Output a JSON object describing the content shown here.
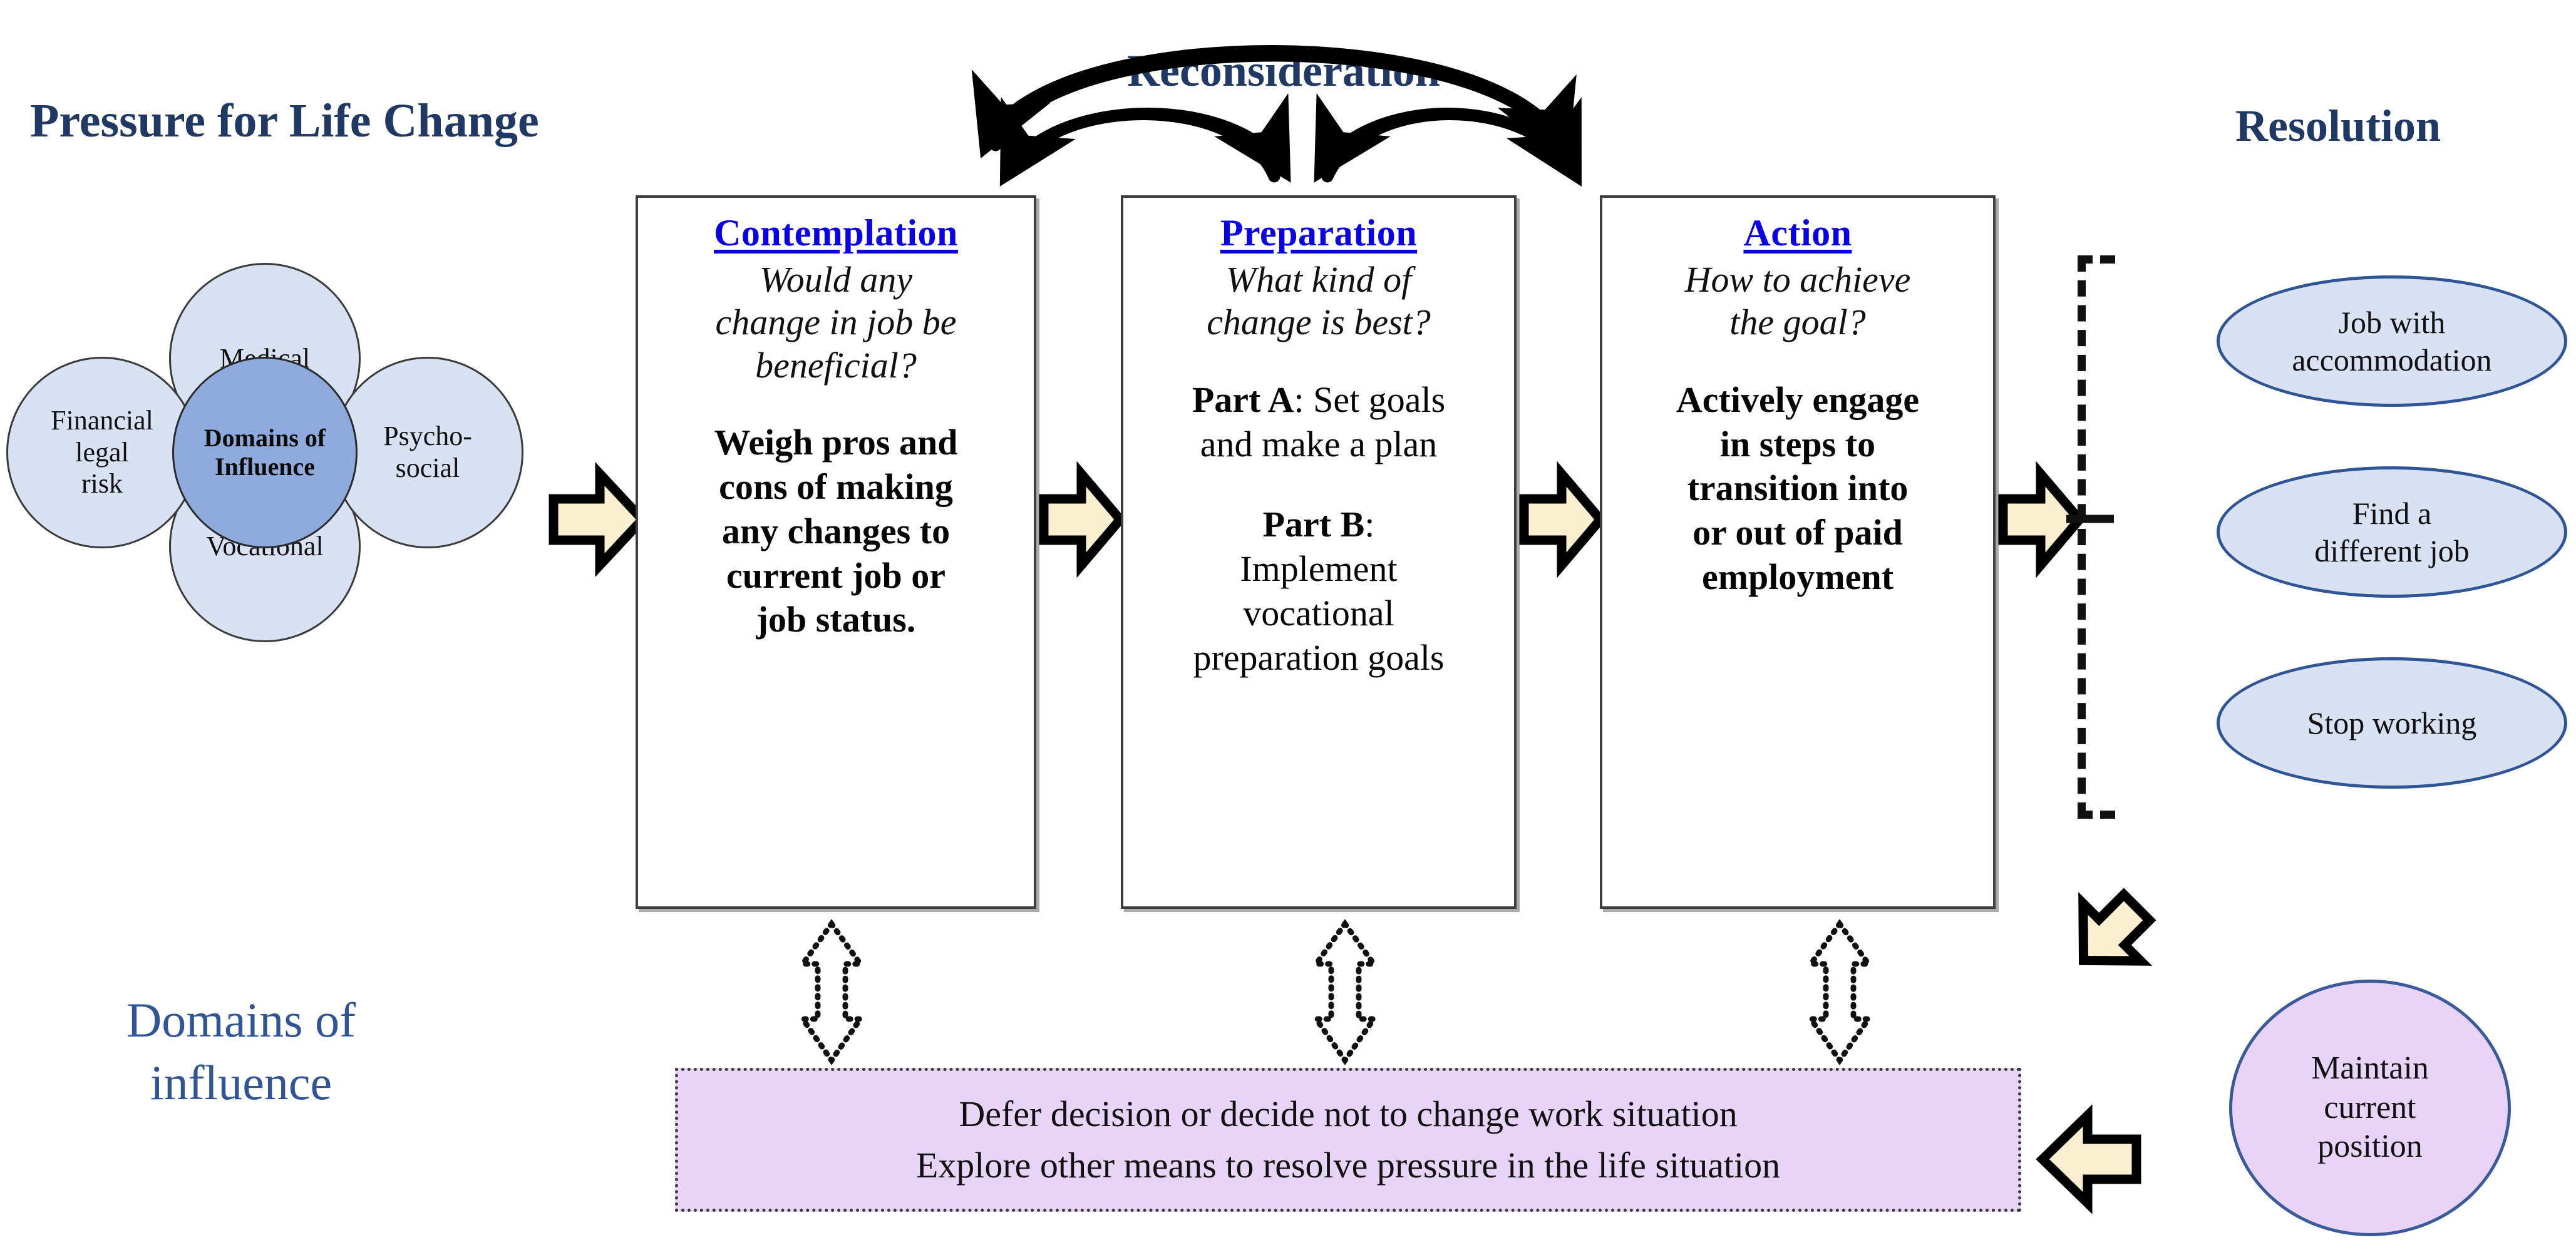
{
  "headers": {
    "pressure": "Pressure for Life Change",
    "reconsideration": "Reconsideration",
    "resolution": "Resolution",
    "domains_caption_line1": "Domains of",
    "domains_caption_line2": "influence"
  },
  "flower": {
    "core_line1": "Domains of",
    "core_line2": "Influence",
    "petals": [
      {
        "name": "medical",
        "label": "Medical"
      },
      {
        "name": "psychosocial",
        "label": "Psycho-\nsocial",
        "line1": "Psycho-",
        "line2": "social"
      },
      {
        "name": "vocational",
        "label": "Vocational"
      },
      {
        "name": "financial",
        "label": "Financial legal risk",
        "line1": "Financial",
        "line2": "legal",
        "line3": "risk"
      }
    ]
  },
  "stages": [
    {
      "id": "contemplation",
      "title": "Contemplation",
      "question_line1": "Would any",
      "question_line2": "change in job be",
      "question_line3": "beneficial?",
      "body_line1": "Weigh pros and",
      "body_line2": "cons of making",
      "body_line3": "any changes to",
      "body_line4": "current job or",
      "body_line5": "job status."
    },
    {
      "id": "preparation",
      "title": "Preparation",
      "question_line1": "What kind of",
      "question_line2": "change is best?",
      "partA_label": "Part A",
      "partA_text": ": Set goals",
      "partA_line2": "and make a plan",
      "partB_label": "Part B",
      "partB_text": ":",
      "partB_line2": "Implement",
      "partB_line3": "vocational",
      "partB_line4": "preparation goals"
    },
    {
      "id": "action",
      "title": "Action",
      "question_line1": "How to achieve",
      "question_line2": "the goal?",
      "body_line1": "Actively engage",
      "body_line2": "in steps to",
      "body_line3": "transition into",
      "body_line4": "or out of paid",
      "body_line5": "employment"
    }
  ],
  "resolutions": [
    {
      "name": "job-with-accommodation",
      "line1": "Job with",
      "line2": "accommodation"
    },
    {
      "name": "find-a-different-job",
      "line1": "Find a",
      "line2": "different job"
    },
    {
      "name": "stop-working",
      "line1": "Stop working",
      "line2": ""
    }
  ],
  "maintain": {
    "line1": "Maintain",
    "line2": "current",
    "line3": "position"
  },
  "defer_box": {
    "line1": "Defer decision or decide not to change work situation",
    "line2": "Explore other means to resolve pressure in the life situation"
  },
  "colors": {
    "heading_blue": "#1F3864",
    "stage_title_blue": "#0A00E6",
    "petal_fill": "#D9E2F3",
    "core_fill": "#8FAADC",
    "purple_fill": "#E7D4F7",
    "arrow_fill": "#FAEFCF",
    "ellipse_border": "#2F5597"
  }
}
